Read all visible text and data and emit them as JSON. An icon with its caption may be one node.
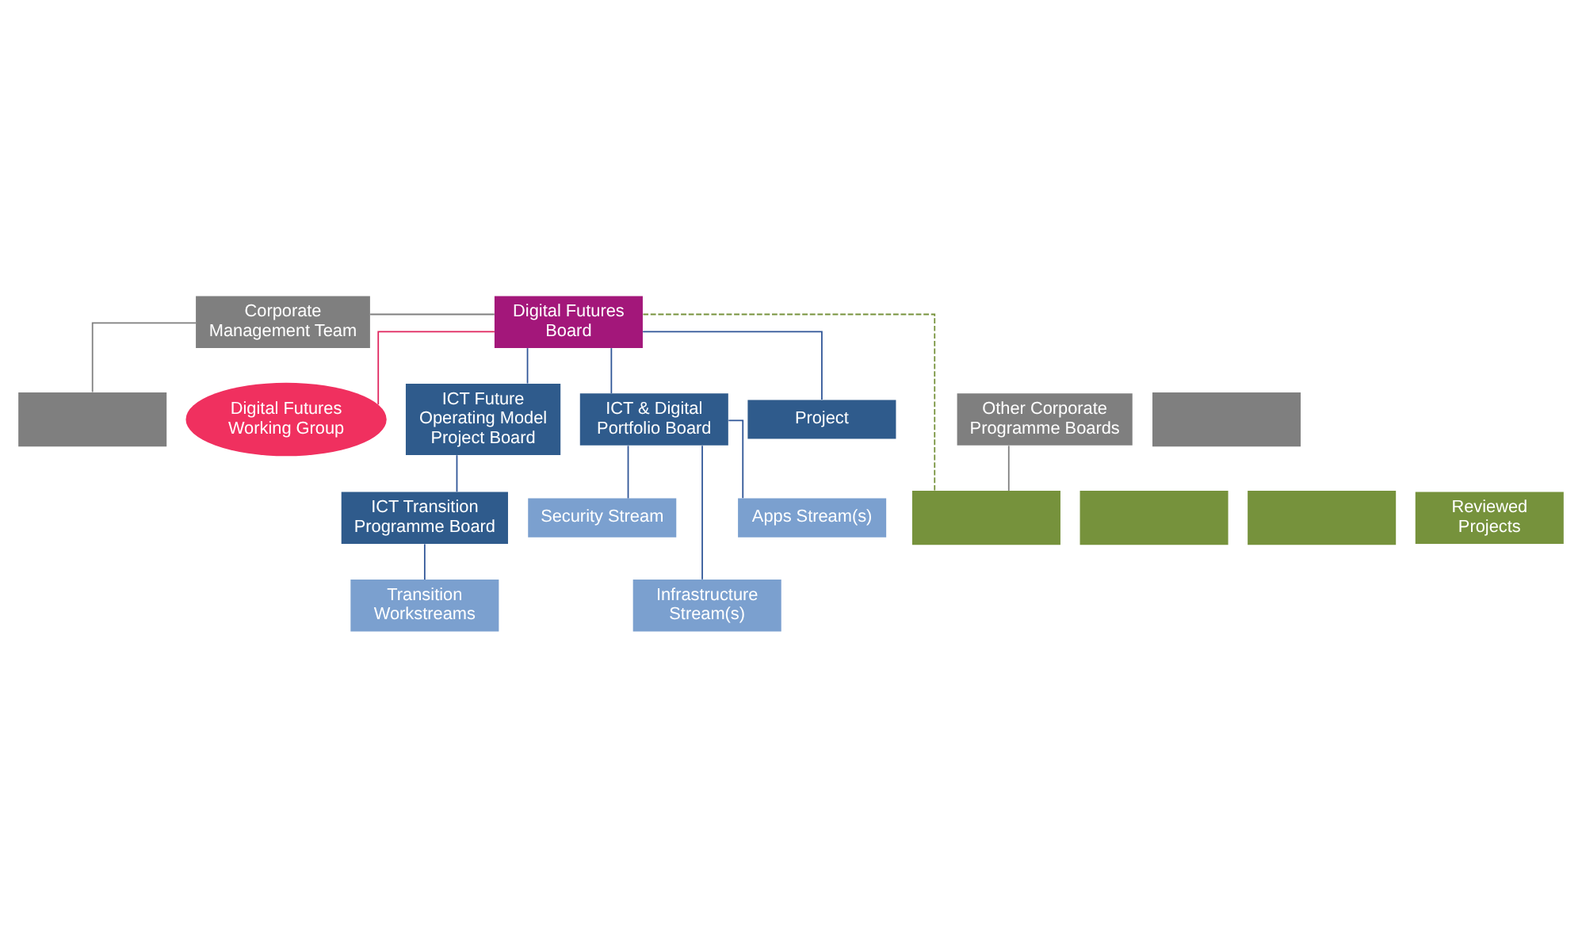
{
  "diagram": {
    "nodes": [
      {
        "text": [
          "Corporate Management Team"
        ]
      },
      {
        "text": [
          "Digital Futures Board"
        ]
      },
      {
        "text": [],
        "shape": "box"
      },
      {
        "text": [],
        "shape": "box"
      },
      {
        "text": [
          "Other Corporate Programme Boards"
        ]
      },
      {
        "text": [
          "Digital Futures Working Group"
        ]
      },
      {
        "text": [
          "ICT Future Operating Model Project Board"
        ]
      },
      {
        "text": [
          "ICT & Digital Portfolio Board"
        ]
      },
      {
        "text": [
          "Project"
        ]
      },
      {
        "text": [
          "ICT Transition Programme Board"
        ]
      },
      {
        "text": [
          "Security Stream"
        ]
      },
      {
        "text": [
          "Infrastructure Stream(s)"
        ]
      },
      {
        "text": [
          "Transition Workstreams"
        ]
      },
      {
        "text": [],
        "shape": "box"
      },
      {
        "text": [],
        "shape": "box"
      },
      {
        "text": [],
        "shape": "box"
      },
      {
        "text": [
          "Reviewed Projects"
        ]
      },
      {
        "text": [
          "Apps Stream(s)"
        ]
      }
    ],
    "edges": [
      {
        "from": 0,
        "to": 1,
        "arrow": "none",
        "color": "#7f7f7f"
      },
      {
        "from": 0,
        "to": 2,
        "arrow": "none",
        "color": "#7f7f7f"
      },
      {
        "from": 1,
        "to": 13,
        "arrow": "none",
        "style": "dashed",
        "color": "#76923c"
      },
      {
        "from": 4,
        "to": 13,
        "arrow": "none",
        "color": "#7f7f7f"
      },
      {
        "from": 1,
        "to": 5,
        "arrow": "none",
        "color": "#e0245e"
      },
      {
        "from": 1,
        "to": 6,
        "arrow": "none"
      },
      {
        "from": 1,
        "to": 7,
        "arrow": "none"
      },
      {
        "from": 1,
        "to": 8,
        "arrow": "none"
      },
      {
        "from": 6,
        "to": 9,
        "arrow": "none"
      },
      {
        "from": 9,
        "to": 12,
        "arrow": "none"
      },
      {
        "from": 7,
        "to": 10,
        "arrow": "none"
      },
      {
        "from": 7,
        "to": 11,
        "arrow": "none"
      },
      {
        "from": 7,
        "to": 17,
        "arrow": "none"
      }
    ]
  }
}
